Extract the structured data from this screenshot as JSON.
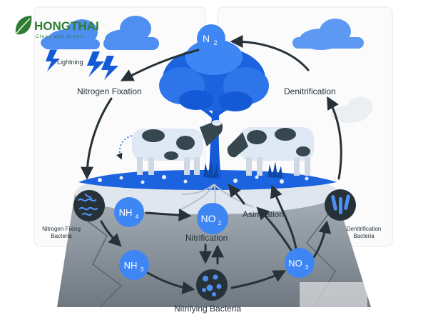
{
  "brand": {
    "name": "HONGTHAI",
    "tagline": "Clean and Green",
    "color": "#2f7d32"
  },
  "labels": {
    "n2": "N",
    "n2_sub": "2",
    "lightning": "Lightning",
    "nitrogen_fixation": "Nitrogen Fixation",
    "denitrification": "Denitrification",
    "nitrogen_fixing_bacteria_1": "Nitrogen Fixing",
    "nitrogen_fixing_bacteria_2": "Bacteria",
    "nh4": "NH",
    "nh4_sub": "4",
    "no2": "NO",
    "no2_sub": "2",
    "asimilation": "Asimilation",
    "nitrification": "Nitrification",
    "denitrification_bacteria_1": "Denitrification",
    "denitrification_bacteria_2": "Bacteria",
    "nh3": "NH",
    "nh3_sub": "3",
    "no3": "NO",
    "no3_sub": "3",
    "nitrifying_bacteria": "Nitrifying Bacteria"
  },
  "icons": {
    "logo": "leaf-logo-icon",
    "lightning": "lightning-icon",
    "tree": "tree-icon",
    "cow": "cow-icon",
    "bacteria": "bacteria-icon"
  },
  "colors": {
    "node_blue": "#3f86f5",
    "dark_blue": "#1459d6",
    "arrow": "#263238",
    "rock": "#8a939b",
    "ground_top": "#dfe6ee",
    "panel_border": "#e6e9ec"
  }
}
